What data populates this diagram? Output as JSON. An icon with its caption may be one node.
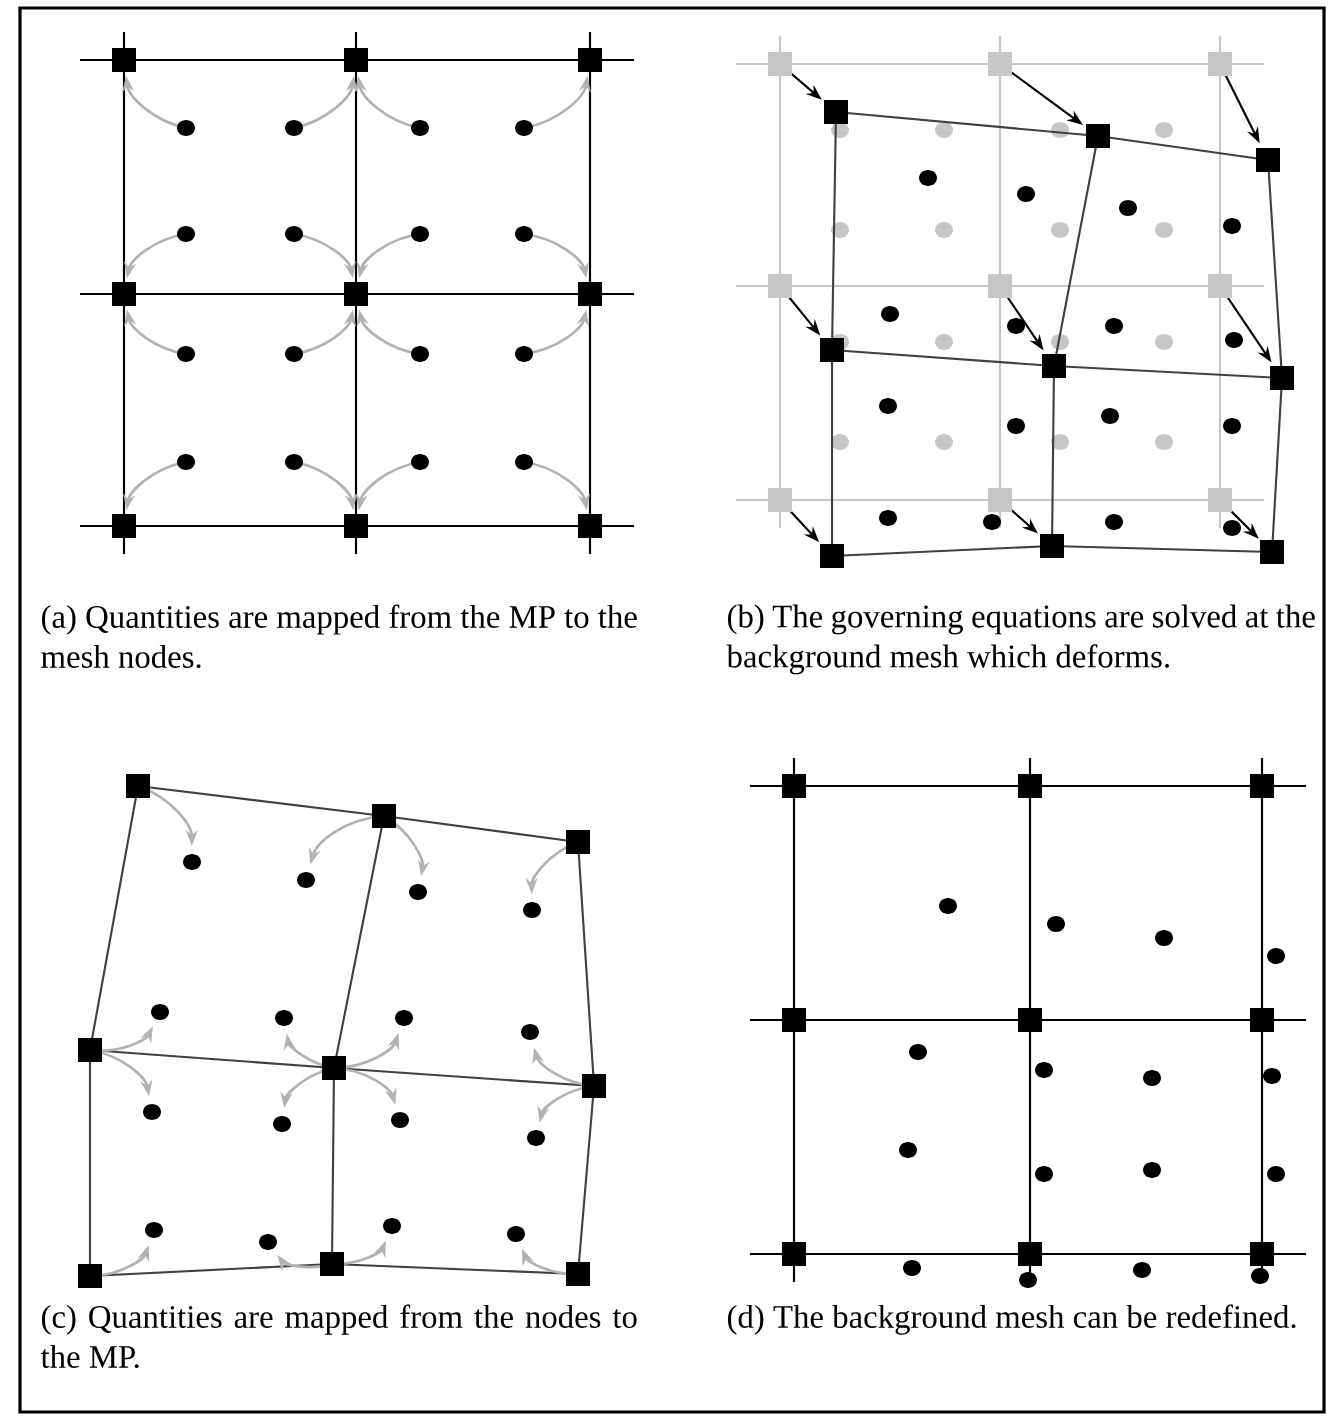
{
  "diagram": {
    "labels": [
      "(a) Quantities are mapped from the MP to the mesh nodes.",
      "(b) The governing equations are solved at the background mesh which deforms.",
      "(c) Quantities are mapped from the nodes to the MP.",
      "(d) The background mesh can be redefined."
    ]
  }
}
